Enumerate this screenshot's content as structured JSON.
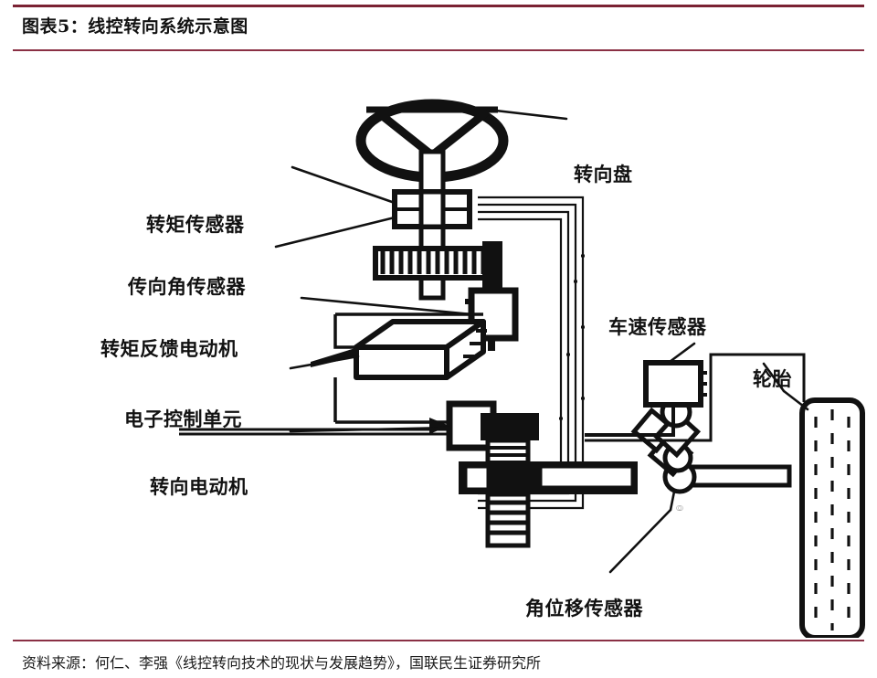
{
  "header": {
    "title": "图表5：线控转向系统示意图",
    "rule_color": "#7a2233"
  },
  "footer": {
    "source": "资料来源：何仁、李强《线控转向技术的现状与发展趋势》，国联民生证券研究所",
    "rule_color": "#8a3044"
  },
  "diagram": {
    "type": "steer-by-wire system schematic",
    "stroke_color": "#111111",
    "fill_color": "#ffffff",
    "labels": {
      "torque_sensor": "转矩传感器",
      "steering_angle_sensor": "传向角传感器",
      "torque_feedback_motor": "转矩反馈电动机",
      "electronic_control_unit": "电子控制单元",
      "steering_motor": "转向电动机",
      "steering_wheel": "转向盘",
      "vehicle_speed_sensor": "车速传感器",
      "tire": "轮胎",
      "angular_displacement_sensor": "角位移传感器"
    },
    "components": [
      {
        "name": "steering-wheel",
        "shape": "ellipse-with-y-spokes"
      },
      {
        "name": "steering-column",
        "shape": "vertical-shaft"
      },
      {
        "name": "torque-sensor-block",
        "shape": "small-rectangle-on-column"
      },
      {
        "name": "toothed-rack",
        "shape": "horizontal-rack-with-teeth"
      },
      {
        "name": "feedback-motor-box",
        "shape": "square-box"
      },
      {
        "name": "ecu-box",
        "shape": "isometric-3d-box"
      },
      {
        "name": "steering-motor-box",
        "shape": "square-box"
      },
      {
        "name": "pinion-actuator",
        "shape": "cross-assembly-with-threads"
      },
      {
        "name": "vehicle-speed-sensor-box",
        "shape": "rectangle-box"
      },
      {
        "name": "tie-rod-linkage",
        "shape": "articulated-joint-chain"
      },
      {
        "name": "tire",
        "shape": "rounded-rectangle-with-tread"
      },
      {
        "name": "wiring-harness",
        "shape": "multi-wire-loop"
      }
    ]
  }
}
